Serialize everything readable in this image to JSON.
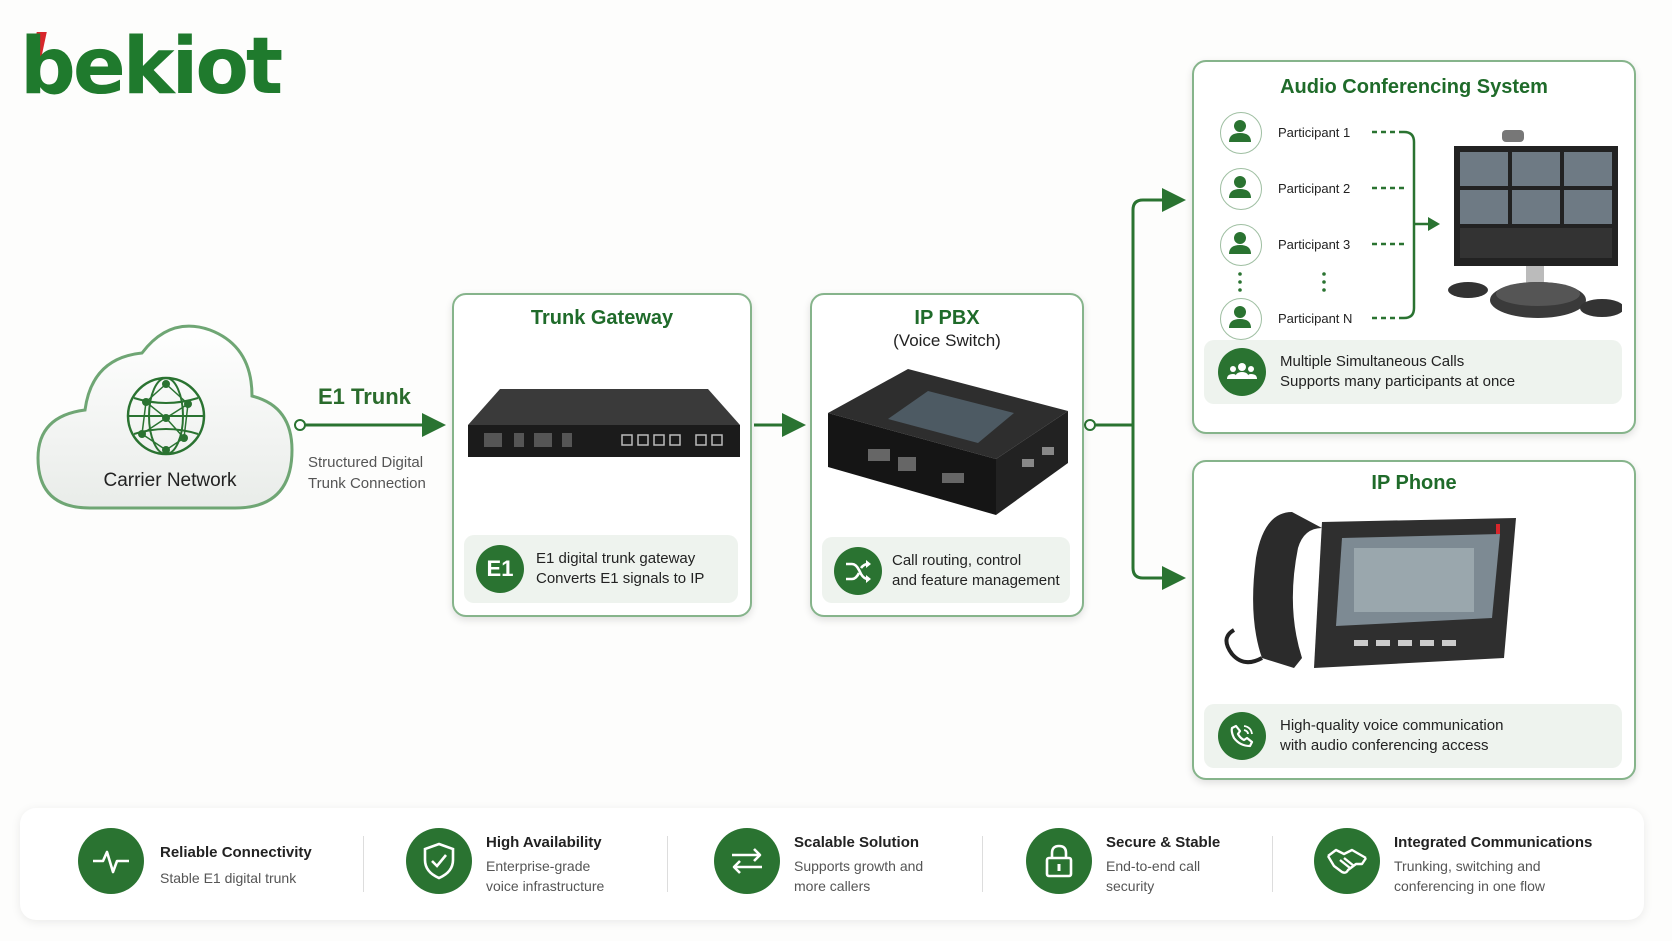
{
  "brand": {
    "logo_text": "bekiot"
  },
  "cloud": {
    "label": "Carrier Network"
  },
  "e1_link": {
    "title": "E1 Trunk",
    "subtitle_line1": "Structured Digital",
    "subtitle_line2": "Trunk Connection"
  },
  "trunk_gateway": {
    "title": "Trunk Gateway",
    "badge": "E1",
    "info_line1": "E1 digital trunk gateway",
    "info_line2": "Converts E1 signals to IP"
  },
  "ip_pbx": {
    "title": "IP PBX",
    "subtitle": "(Voice Switch)",
    "info_line1": "Call routing, control",
    "info_line2": "and feature management"
  },
  "conferencing": {
    "title": "Audio Conferencing System",
    "participants": [
      "Participant 1",
      "Participant 2",
      "Participant 3",
      "Participant N"
    ],
    "info_title": "Multiple Simultaneous Calls",
    "info_desc": "Supports many participants at once"
  },
  "ip_phone": {
    "title": "IP Phone",
    "info_line1": "High-quality voice communication",
    "info_line2": "with audio conferencing access"
  },
  "features": [
    {
      "title": "Reliable Connectivity",
      "line1": "Stable E1 digital trunk",
      "line2": "",
      "icon": "pulse-icon"
    },
    {
      "title": "High Availability",
      "line1": "Enterprise-grade",
      "line2": "voice infrastructure",
      "icon": "shield-check-icon"
    },
    {
      "title": "Scalable Solution",
      "line1": "Supports growth and",
      "line2": "more callers",
      "icon": "swap-arrows-icon"
    },
    {
      "title": "Secure & Stable",
      "line1": "End-to-end call",
      "line2": "security",
      "icon": "lock-icon"
    },
    {
      "title": "Integrated Communications",
      "line1": "Trunking, switching and",
      "line2": "conferencing in one flow",
      "icon": "handshake-icon"
    }
  ],
  "colors": {
    "primary_green": "#2a7331",
    "card_border": "#86b48b",
    "logo_red": "#d8262b"
  }
}
